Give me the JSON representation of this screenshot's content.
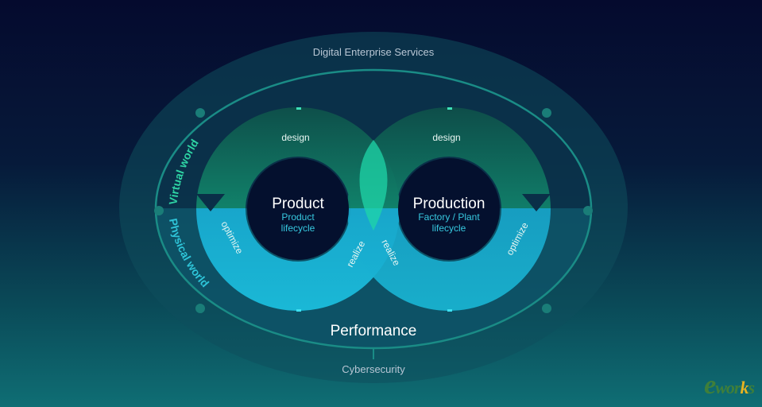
{
  "outer_label": "Digital Enterprise Services",
  "bottom_label": "Cybersecurity",
  "performance_label": "Performance",
  "virtual_world": "Virtual world",
  "physical_world": "Physical world",
  "left_loop": {
    "title": "Product",
    "subtitle_line1": "Product",
    "subtitle_line2": "lifecycle",
    "design": "design",
    "optimize": "optimize",
    "realize": "realize"
  },
  "right_loop": {
    "title": "Production",
    "subtitle_line1": "Factory / Plant",
    "subtitle_line2": "lifecycle",
    "design": "design",
    "optimize": "optimize",
    "realize": "realize"
  },
  "watermark": {
    "e": "e",
    "wor": "wor",
    "k": "k",
    "s": "s"
  },
  "colors": {
    "green": "#16c79a",
    "cyan": "#17b6d8",
    "ring": "#1a8c86",
    "node": "#1a7d78",
    "title_white": "#ffffff",
    "subtitle_cyan": "#37c9e0"
  }
}
